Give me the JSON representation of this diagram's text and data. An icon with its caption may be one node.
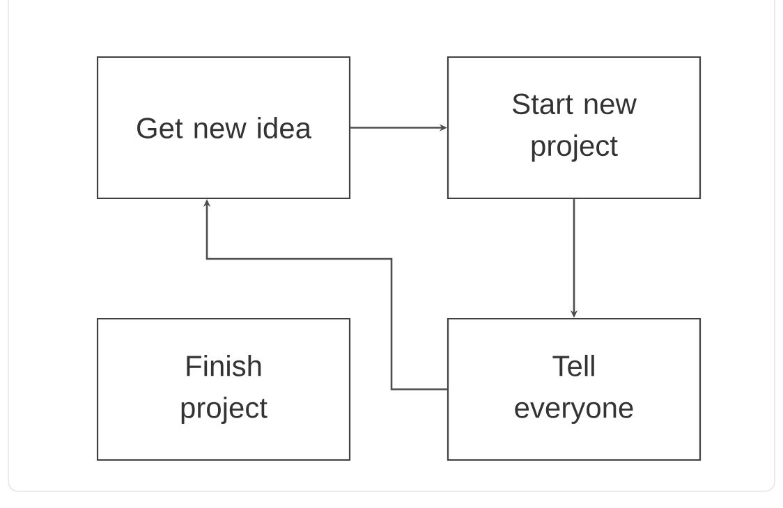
{
  "diagram": {
    "nodes": [
      {
        "text": [
          "Get new idea"
        ]
      },
      {
        "text": [
          "Start new project"
        ]
      },
      {
        "text": [
          "Finish project"
        ]
      },
      {
        "text": [
          "Tell everyone"
        ]
      }
    ],
    "edges": [
      {
        "from": 0,
        "to": 1,
        "arrow": "to"
      },
      {
        "from": 1,
        "to": 3,
        "arrow": "to"
      },
      {
        "from": 3,
        "to": 0,
        "arrow": "to"
      }
    ]
  }
}
